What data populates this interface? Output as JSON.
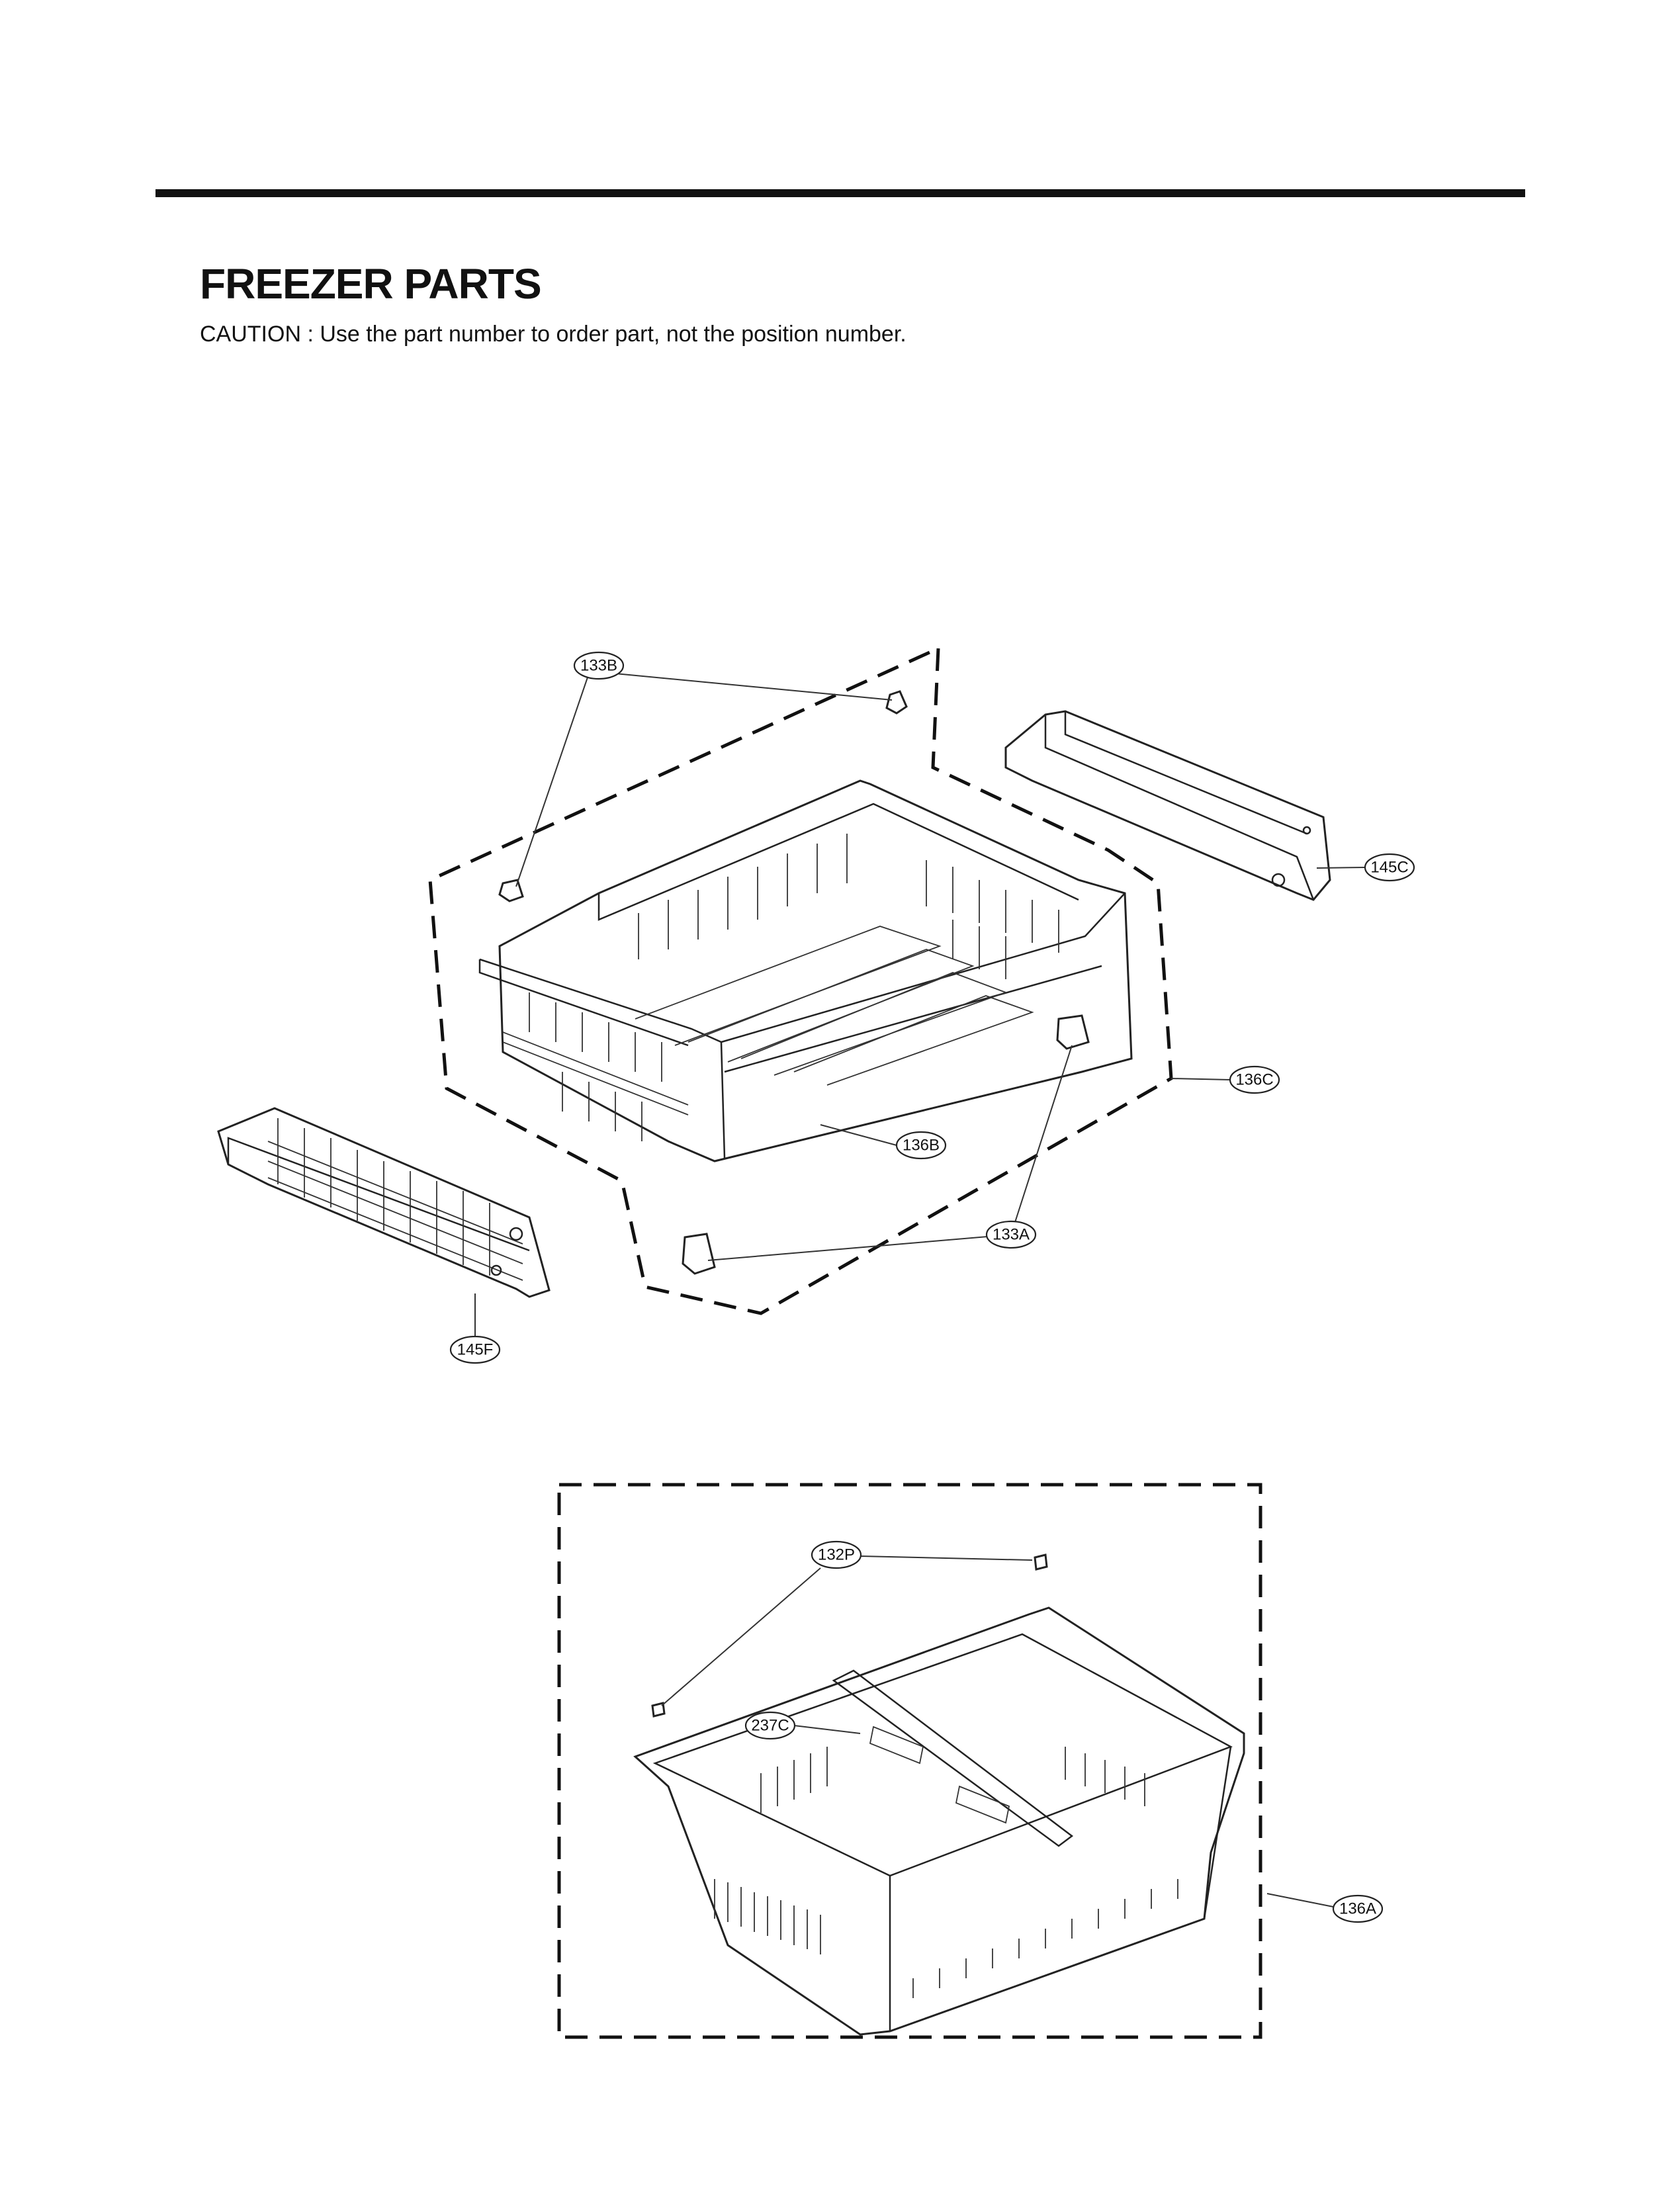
{
  "header": {
    "title": "FREEZER PARTS",
    "caution": "CAUTION : Use the part number to order part, not the position number."
  },
  "callouts": {
    "c133B": "133B",
    "c145C": "145C",
    "c136C": "136C",
    "c136B": "136B",
    "c133A": "133A",
    "c145F": "145F",
    "c132P": "132P",
    "c237C": "237C",
    "c136A": "136A"
  }
}
